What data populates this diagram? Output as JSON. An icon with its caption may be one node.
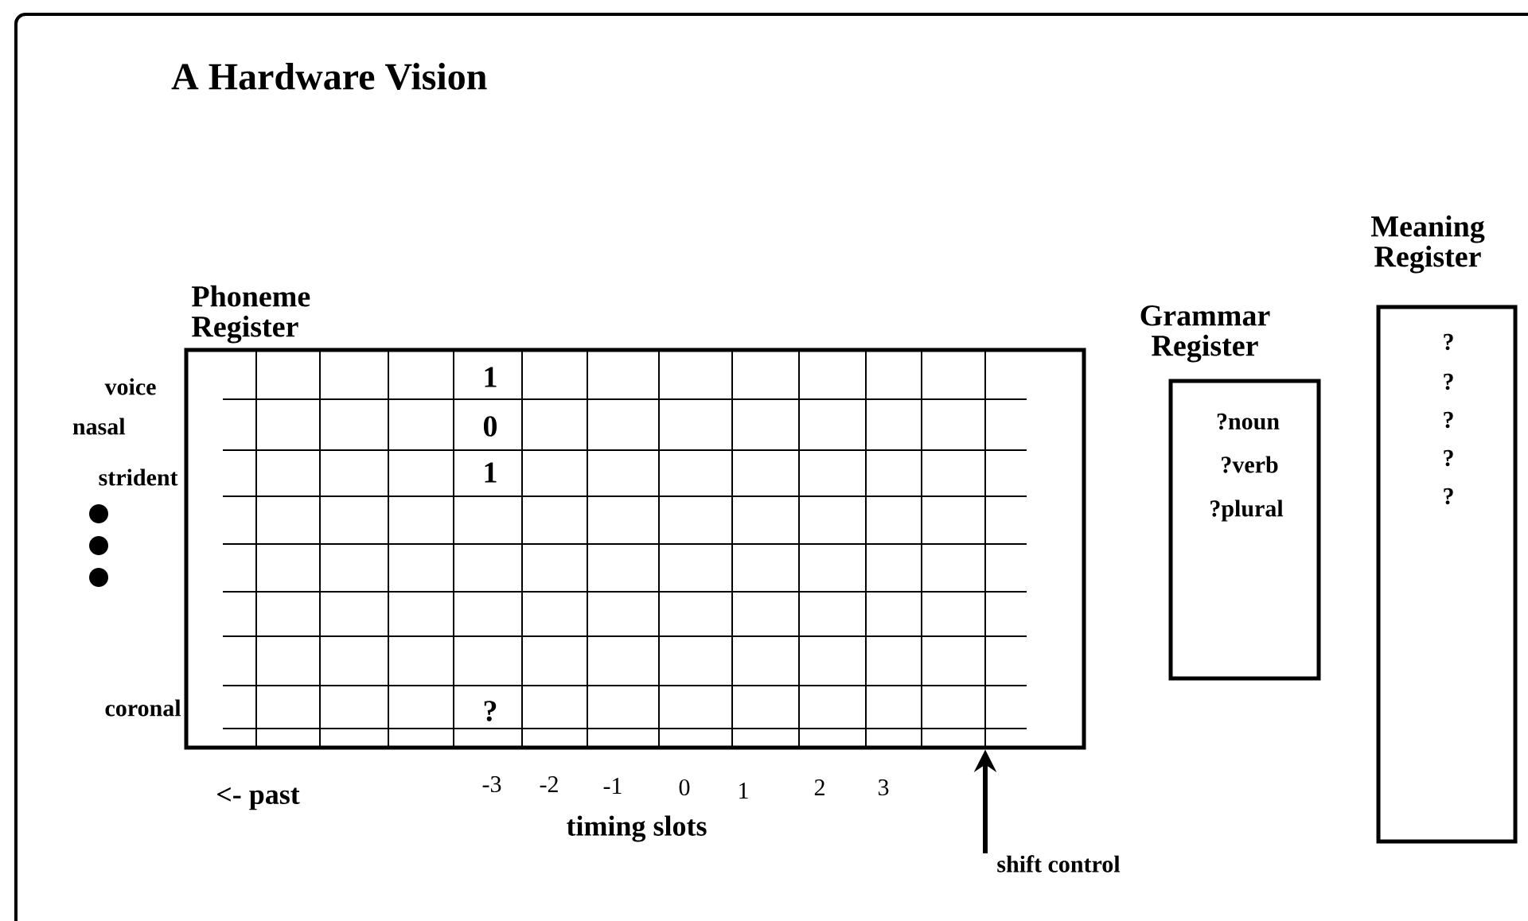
{
  "diagram": {
    "title": "A Hardware Vision",
    "nodes": [
      {
        "text": [
          "Phoneme Register"
        ]
      },
      {
        "text": [
          "Grammar Register",
          "?noun",
          "?verb",
          "?plural"
        ]
      },
      {
        "text": [
          "Meaning Register",
          "?",
          "?",
          "?",
          "?",
          "?"
        ]
      },
      {
        "text": [
          "shift control"
        ]
      }
    ],
    "edges": [
      {
        "from": 3,
        "to": 0,
        "arrow": "to"
      }
    ],
    "labels": [
      "voice",
      "1",
      "nasal",
      "0",
      "strident",
      "1",
      "coronal",
      "?",
      "<- past",
      "-3",
      "-2",
      "-1",
      "0",
      "1",
      "2",
      "3",
      "timing slots"
    ]
  }
}
